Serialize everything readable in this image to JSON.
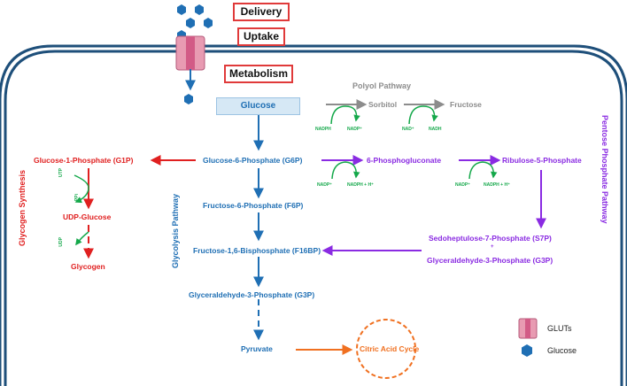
{
  "labels": {
    "delivery": "Delivery",
    "uptake": "Uptake",
    "metabolism": "Metabolism"
  },
  "polyol": {
    "title": "Polyol Pathway",
    "sorbitol": "Sorbitol",
    "fructose": "Fructose",
    "nadph": "NADPH",
    "nadp": "NADP⁺",
    "nad": "NAD⁺",
    "nadh": "NADH"
  },
  "glycolysis": {
    "title": "Glycolysis Pathway",
    "glucose": "Glucose",
    "g6p": "Glucose-6-Phosphate (G6P)",
    "f6p": "Fructose-6-Phosphate (F6P)",
    "f16bp": "Fructose-1,6-Bisphosphate (F16BP)",
    "g3p": "Glyceraldehyde-3-Phosphate (G3P)",
    "pyruvate": "Pyruvate"
  },
  "glycogen": {
    "title": "Glycogen Synthesis",
    "g1p": "Glucose-1-Phosphate (G1P)",
    "udp_glucose": "UDP-Glucose",
    "glycogen": "Glycogen",
    "utp": "UTP",
    "ppi": "PPi",
    "udp": "UDP"
  },
  "ppp": {
    "title": "Pentose Phosphate Pathway",
    "phosphogluconate": "6-Phosphogluconate",
    "ribulose": "Ribulose-5-Phosphate",
    "s7p": "Sedoheptulose-7-Phosphate (S7P)",
    "plus": "+",
    "g3p": "Glyceraldehyde-3-Phosphate (G3P)",
    "nadp_1": "NADP⁺",
    "nadph_h_1": "NADPH + H⁺",
    "nadp_2": "NADP⁺",
    "nadph_h_2": "NADPH + H⁺"
  },
  "tca": {
    "label": "Citric Acid Cycle"
  },
  "legend": {
    "gluts": "GLUTs",
    "glucose": "Glucose"
  },
  "colors": {
    "glycolysis": "#1f6fb4",
    "glycogen": "#e02020",
    "ppp": "#8a2be2",
    "polyol": "#8c8c8c",
    "cofactor": "#14a84a",
    "tca": "#f07020",
    "membrane": "#1e4f7a",
    "transporter": "#e07a9a"
  }
}
